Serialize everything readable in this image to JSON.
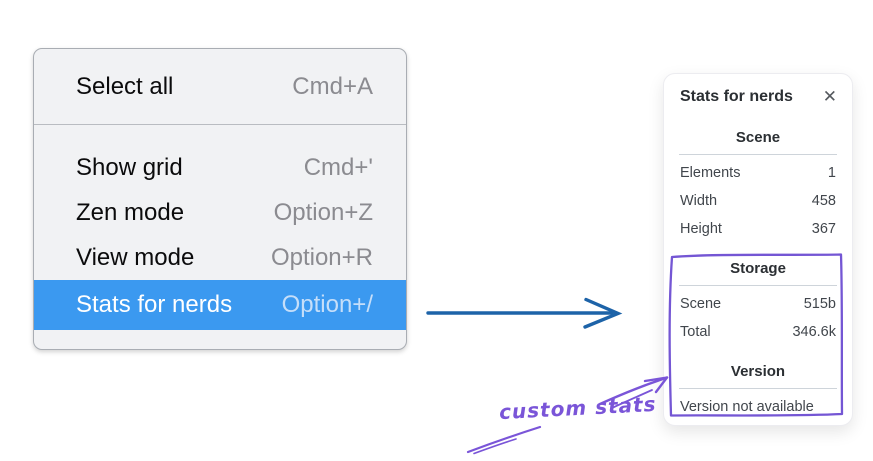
{
  "menu": {
    "items": [
      {
        "label": "Select all",
        "shortcut": "Cmd+A"
      },
      {
        "label": "Show grid",
        "shortcut": "Cmd+'"
      },
      {
        "label": "Zen mode",
        "shortcut": "Option+Z"
      },
      {
        "label": "View mode",
        "shortcut": "Option+R"
      },
      {
        "label": "Stats for nerds",
        "shortcut": "Option+/",
        "highlighted": true
      }
    ]
  },
  "panel": {
    "title": "Stats for nerds",
    "close_icon_glyph": "✕",
    "scene": {
      "header": "Scene",
      "rows": [
        {
          "label": "Elements",
          "value": "1"
        },
        {
          "label": "Width",
          "value": "458"
        },
        {
          "label": "Height",
          "value": "367"
        }
      ]
    },
    "storage": {
      "header": "Storage",
      "rows": [
        {
          "label": "Scene",
          "value": "515b"
        },
        {
          "label": "Total",
          "value": "346.6k"
        }
      ]
    },
    "version": {
      "header": "Version",
      "note": "Version not available"
    }
  },
  "annotations": {
    "custom_stats_label": "custom stats"
  },
  "colors": {
    "menu_bg": "#f1f2f4",
    "menu_border": "#a9adb3",
    "menu_divider": "#b9bcc1",
    "menu_text": "#0b0b0c",
    "menu_shortcut": "#8b8b90",
    "highlight_bg": "#3b99f0",
    "highlight_text": "#ffffff",
    "highlight_shortcut": "#c5def9",
    "panel_bg": "#ffffff",
    "panel_border": "#ececf0",
    "panel_text": "#41464c",
    "panel_header": "#2b2f33",
    "panel_divider": "#ced4da",
    "arrow_blue": "#1d63a8",
    "annotation_purple": "#7a55d8",
    "box_purple": "#7456d4"
  }
}
